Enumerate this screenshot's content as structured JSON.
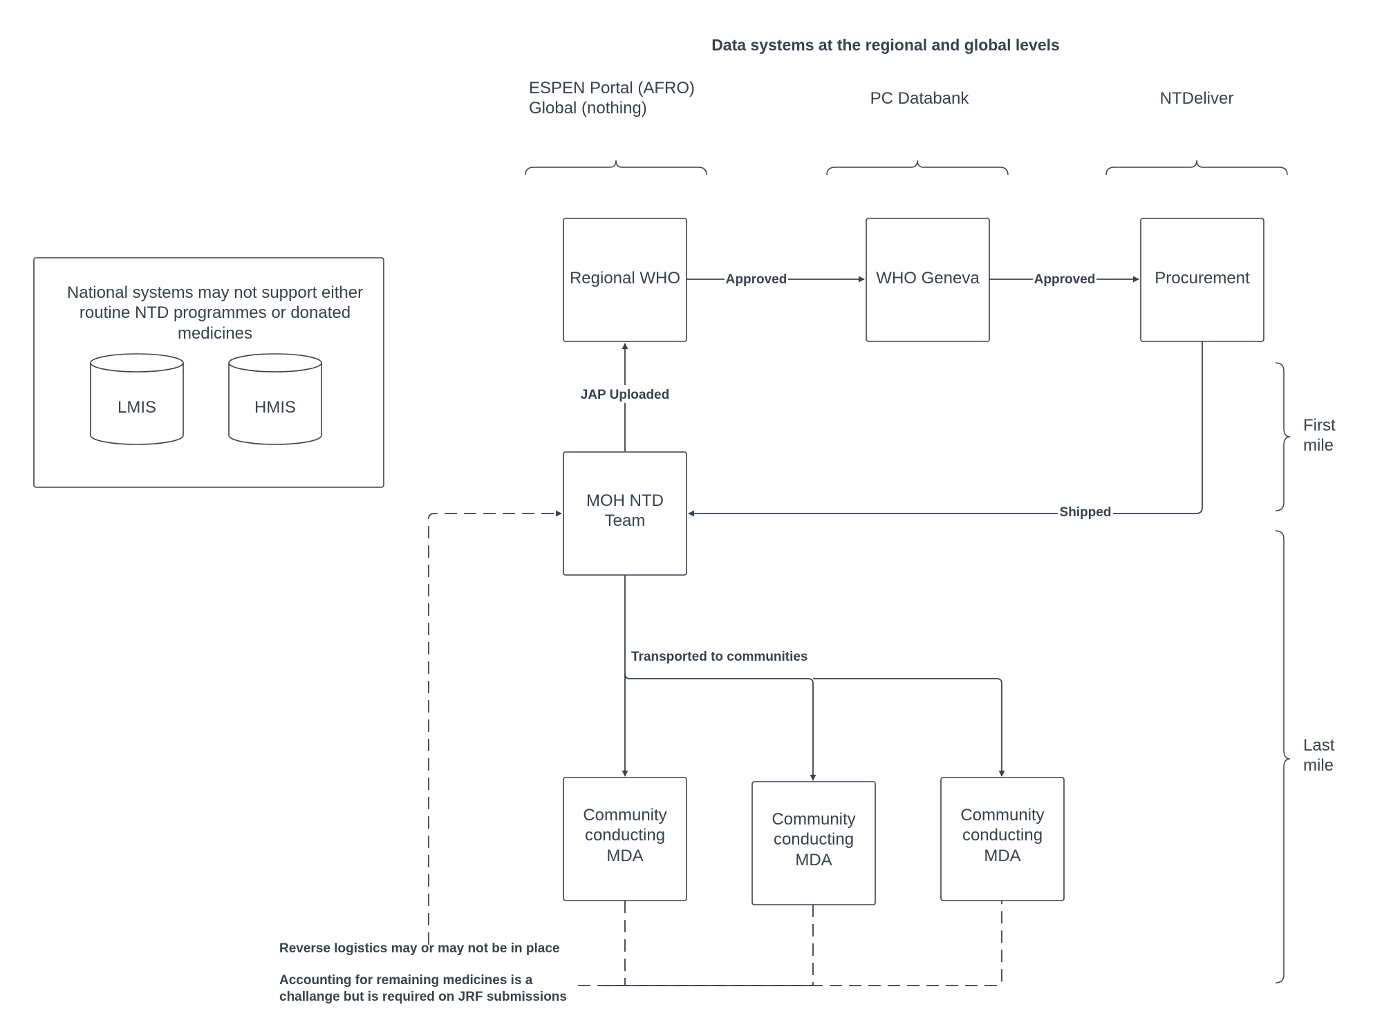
{
  "title": "Data systems at the regional and global levels",
  "system_headers": {
    "espen_line1": "ESPEN Portal (AFRO)",
    "espen_line2": "Global (nothing)",
    "pc_databank": "PC Databank",
    "ntdeliver": "NTDeliver"
  },
  "national_panel": {
    "line1": "National systems may not support either",
    "line2": "routine NTD programmes or donated",
    "line3": "medicines",
    "db1": "LMIS",
    "db2": "HMIS"
  },
  "nodes": {
    "regional_who": "Regional WHO",
    "who_geneva": "WHO Geneva",
    "procurement": "Procurement",
    "moh_line1": "MOH NTD",
    "moh_line2": "Team",
    "community_line1": "Community",
    "community_line2": "conducting",
    "community_line3": "MDA"
  },
  "edges": {
    "approved_1": "Approved",
    "approved_2": "Approved",
    "jap_uploaded": "JAP Uploaded",
    "shipped": "Shipped",
    "transported": "Transported to communities"
  },
  "notes": {
    "reverse_logistics": "Reverse logistics may or may not be in place",
    "accounting_line1": "Accounting for remaining medicines is a",
    "accounting_line2": "challange but is required on JRF submissions"
  },
  "side_labels": {
    "first_line1": "First",
    "first_line2": "mile",
    "last_line1": "Last",
    "last_line2": "mile"
  }
}
